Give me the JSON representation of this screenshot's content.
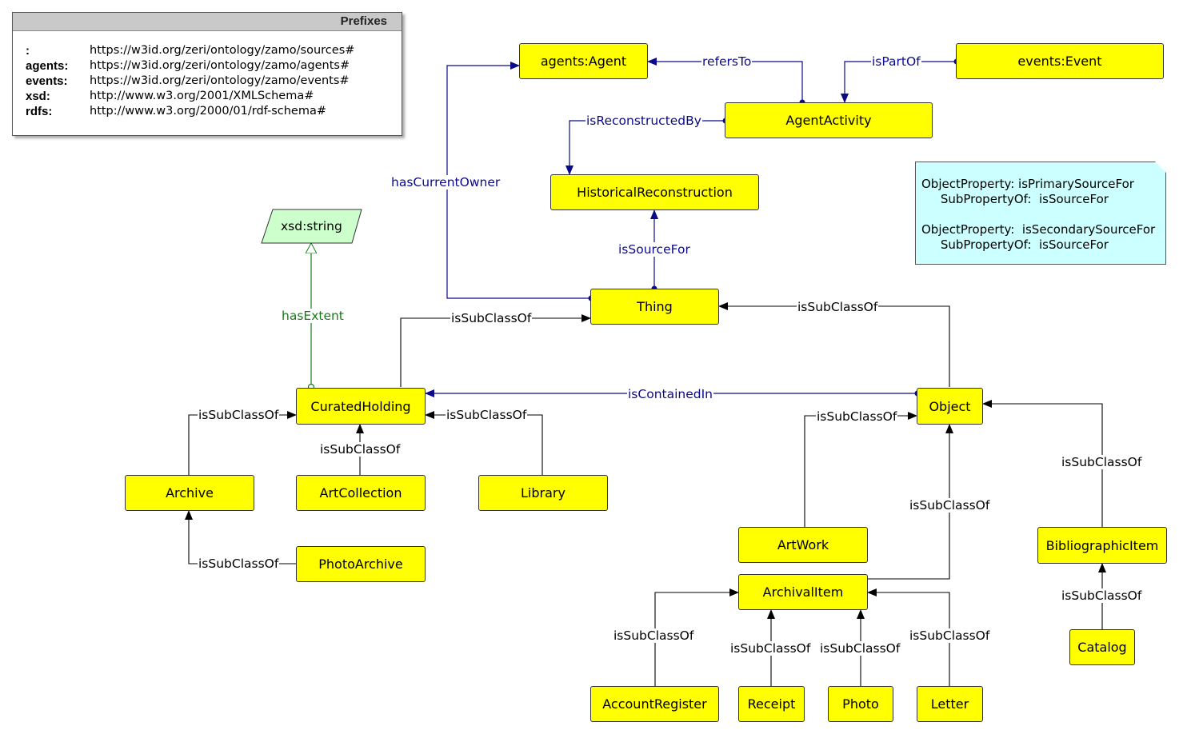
{
  "prefixes": {
    "title": "Prefixes",
    "rows": [
      {
        "key": ":",
        "uri": "https://w3id.org/zeri/ontology/zamo/sources#"
      },
      {
        "key": "agents:",
        "uri": "https://w3id.org/zeri/ontology/zamo/agents#"
      },
      {
        "key": "events:",
        "uri": "https://w3id.org/zeri/ontology/zamo/events#"
      },
      {
        "key": "xsd:",
        "uri": "http://www.w3.org/2001/XMLSchema#"
      },
      {
        "key": "rdfs:",
        "uri": "http://www.w3.org/2000/01/rdf-schema#"
      }
    ]
  },
  "classes": {
    "agent": "agents:Agent",
    "event": "events:Event",
    "agent_activity": "AgentActivity",
    "historical_reconstruction": "HistoricalReconstruction",
    "xsd_string": "xsd:string",
    "thing": "Thing",
    "curated_holding": "CuratedHolding",
    "object": "Object",
    "archive": "Archive",
    "art_collection": "ArtCollection",
    "library": "Library",
    "photo_archive": "PhotoArchive",
    "artwork": "ArtWork",
    "archival_item": "ArchivalItem",
    "bibliographic_item": "BibliographicItem",
    "catalog": "Catalog",
    "account_register": "AccountRegister",
    "receipt": "Receipt",
    "photo": "Photo",
    "letter": "Letter"
  },
  "edges": {
    "refers_to": "refersTo",
    "is_part_of": "isPartOf",
    "is_reconstructed_by": "isReconstructedBy",
    "has_current_owner": "hasCurrentOwner",
    "is_source_for": "isSourceFor",
    "has_extent": "hasExtent",
    "is_contained_in": "isContainedIn",
    "subclass": "isSubClassOf"
  },
  "note": {
    "lines": [
      "ObjectProperty: isPrimarySourceFor",
      "     SubPropertyOf:  isSourceFor",
      "",
      "ObjectProperty:  isSecondarySourceFor",
      "     SubPropertyOf:  isSourceFor"
    ]
  },
  "colors": {
    "class_fill": "#ffff00",
    "datatype_fill": "#ccffcc",
    "note_fill": "#ccffff",
    "object_property": "#0a0a8a",
    "datatype_property": "#1a7a1a",
    "subclass": "#000000"
  }
}
